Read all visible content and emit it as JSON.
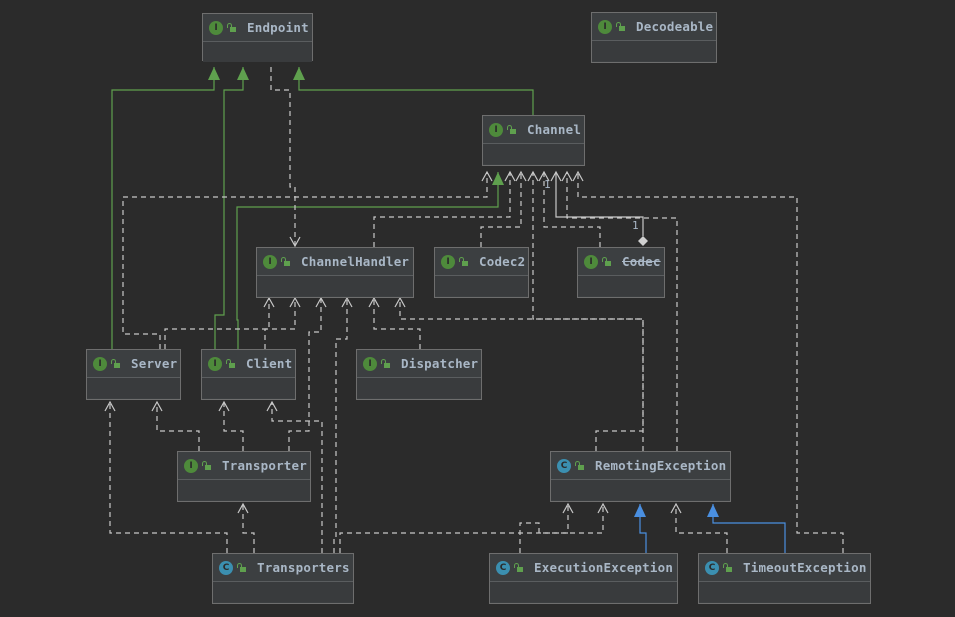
{
  "diagram": {
    "type": "uml-class-diagram",
    "colors": {
      "background": "#2b2b2b",
      "node_fill": "#3c3f41",
      "node_border": "#6e6e6e",
      "text": "#a9b7c6",
      "interface_badge": "#4e8a3b",
      "class_badge": "#3b8fb0",
      "interface_extends": "#5fa04e",
      "class_extends": "#4a8fe0",
      "dependency": "#c8c8c8"
    },
    "nodes": [
      {
        "id": "Endpoint",
        "label": "Endpoint",
        "kind": "interface",
        "badge": "I"
      },
      {
        "id": "Decodeable",
        "label": "Decodeable",
        "kind": "interface",
        "badge": "I"
      },
      {
        "id": "Channel",
        "label": "Channel",
        "kind": "interface",
        "badge": "I"
      },
      {
        "id": "ChannelHandler",
        "label": "ChannelHandler",
        "kind": "interface",
        "badge": "I"
      },
      {
        "id": "Codec2",
        "label": "Codec2",
        "kind": "interface",
        "badge": "I"
      },
      {
        "id": "Codec",
        "label": "Codec",
        "kind": "interface",
        "badge": "I",
        "deprecated": true
      },
      {
        "id": "Server",
        "label": "Server",
        "kind": "interface",
        "badge": "I"
      },
      {
        "id": "Client",
        "label": "Client",
        "kind": "interface",
        "badge": "I"
      },
      {
        "id": "Dispatcher",
        "label": "Dispatcher",
        "kind": "interface",
        "badge": "I"
      },
      {
        "id": "Transporter",
        "label": "Transporter",
        "kind": "interface",
        "badge": "I"
      },
      {
        "id": "RemotingException",
        "label": "RemotingException",
        "kind": "class",
        "badge": "C"
      },
      {
        "id": "Transporters",
        "label": "Transporters",
        "kind": "class",
        "badge": "C"
      },
      {
        "id": "ExecutionException",
        "label": "ExecutionException",
        "kind": "class",
        "badge": "C"
      },
      {
        "id": "TimeoutException",
        "label": "TimeoutException",
        "kind": "class",
        "badge": "C"
      }
    ],
    "edges": [
      {
        "from": "Server",
        "to": "Endpoint",
        "type": "extends"
      },
      {
        "from": "Client",
        "to": "Endpoint",
        "type": "extends"
      },
      {
        "from": "Channel",
        "to": "Endpoint",
        "type": "extends"
      },
      {
        "from": "Client",
        "to": "Channel",
        "type": "extends"
      },
      {
        "from": "Endpoint",
        "to": "ChannelHandler",
        "type": "dependency"
      },
      {
        "from": "Server",
        "to": "Channel",
        "type": "dependency"
      },
      {
        "from": "ChannelHandler",
        "to": "Channel",
        "type": "dependency"
      },
      {
        "from": "Codec2",
        "to": "Channel",
        "type": "dependency"
      },
      {
        "from": "RemotingException",
        "to": "Channel",
        "type": "dependency"
      },
      {
        "from": "Codec",
        "to": "Channel",
        "type": "dependency"
      },
      {
        "from": "Codec",
        "to": "Channel",
        "type": "aggregation",
        "label_source": "1",
        "label_target": "1"
      },
      {
        "from": "RemotingException",
        "to": "Channel",
        "type": "dependency"
      },
      {
        "from": "TimeoutException",
        "to": "Channel",
        "type": "dependency"
      },
      {
        "from": "Server",
        "to": "ChannelHandler",
        "type": "dependency"
      },
      {
        "from": "Client",
        "to": "ChannelHandler",
        "type": "dependency"
      },
      {
        "from": "Transporter",
        "to": "ChannelHandler",
        "type": "dependency"
      },
      {
        "from": "Transporters",
        "to": "ChannelHandler",
        "type": "dependency"
      },
      {
        "from": "Dispatcher",
        "to": "ChannelHandler",
        "type": "dependency"
      },
      {
        "from": "RemotingException",
        "to": "ChannelHandler",
        "type": "dependency"
      },
      {
        "from": "Transporter",
        "to": "Server",
        "type": "dependency"
      },
      {
        "from": "Transporters",
        "to": "Server",
        "type": "dependency"
      },
      {
        "from": "Transporter",
        "to": "Client",
        "type": "dependency"
      },
      {
        "from": "Transporters",
        "to": "Client",
        "type": "dependency"
      },
      {
        "from": "Transporters",
        "to": "Transporter",
        "type": "dependency"
      },
      {
        "from": "Transporters",
        "to": "RemotingException",
        "type": "dependency"
      },
      {
        "from": "ExecutionException",
        "to": "RemotingException",
        "type": "dependency"
      },
      {
        "from": "ExecutionException",
        "to": "RemotingException",
        "type": "extends"
      },
      {
        "from": "TimeoutException",
        "to": "RemotingException",
        "type": "dependency"
      },
      {
        "from": "TimeoutException",
        "to": "RemotingException",
        "type": "extends"
      }
    ],
    "multiplicities": [
      "1",
      "1"
    ]
  }
}
